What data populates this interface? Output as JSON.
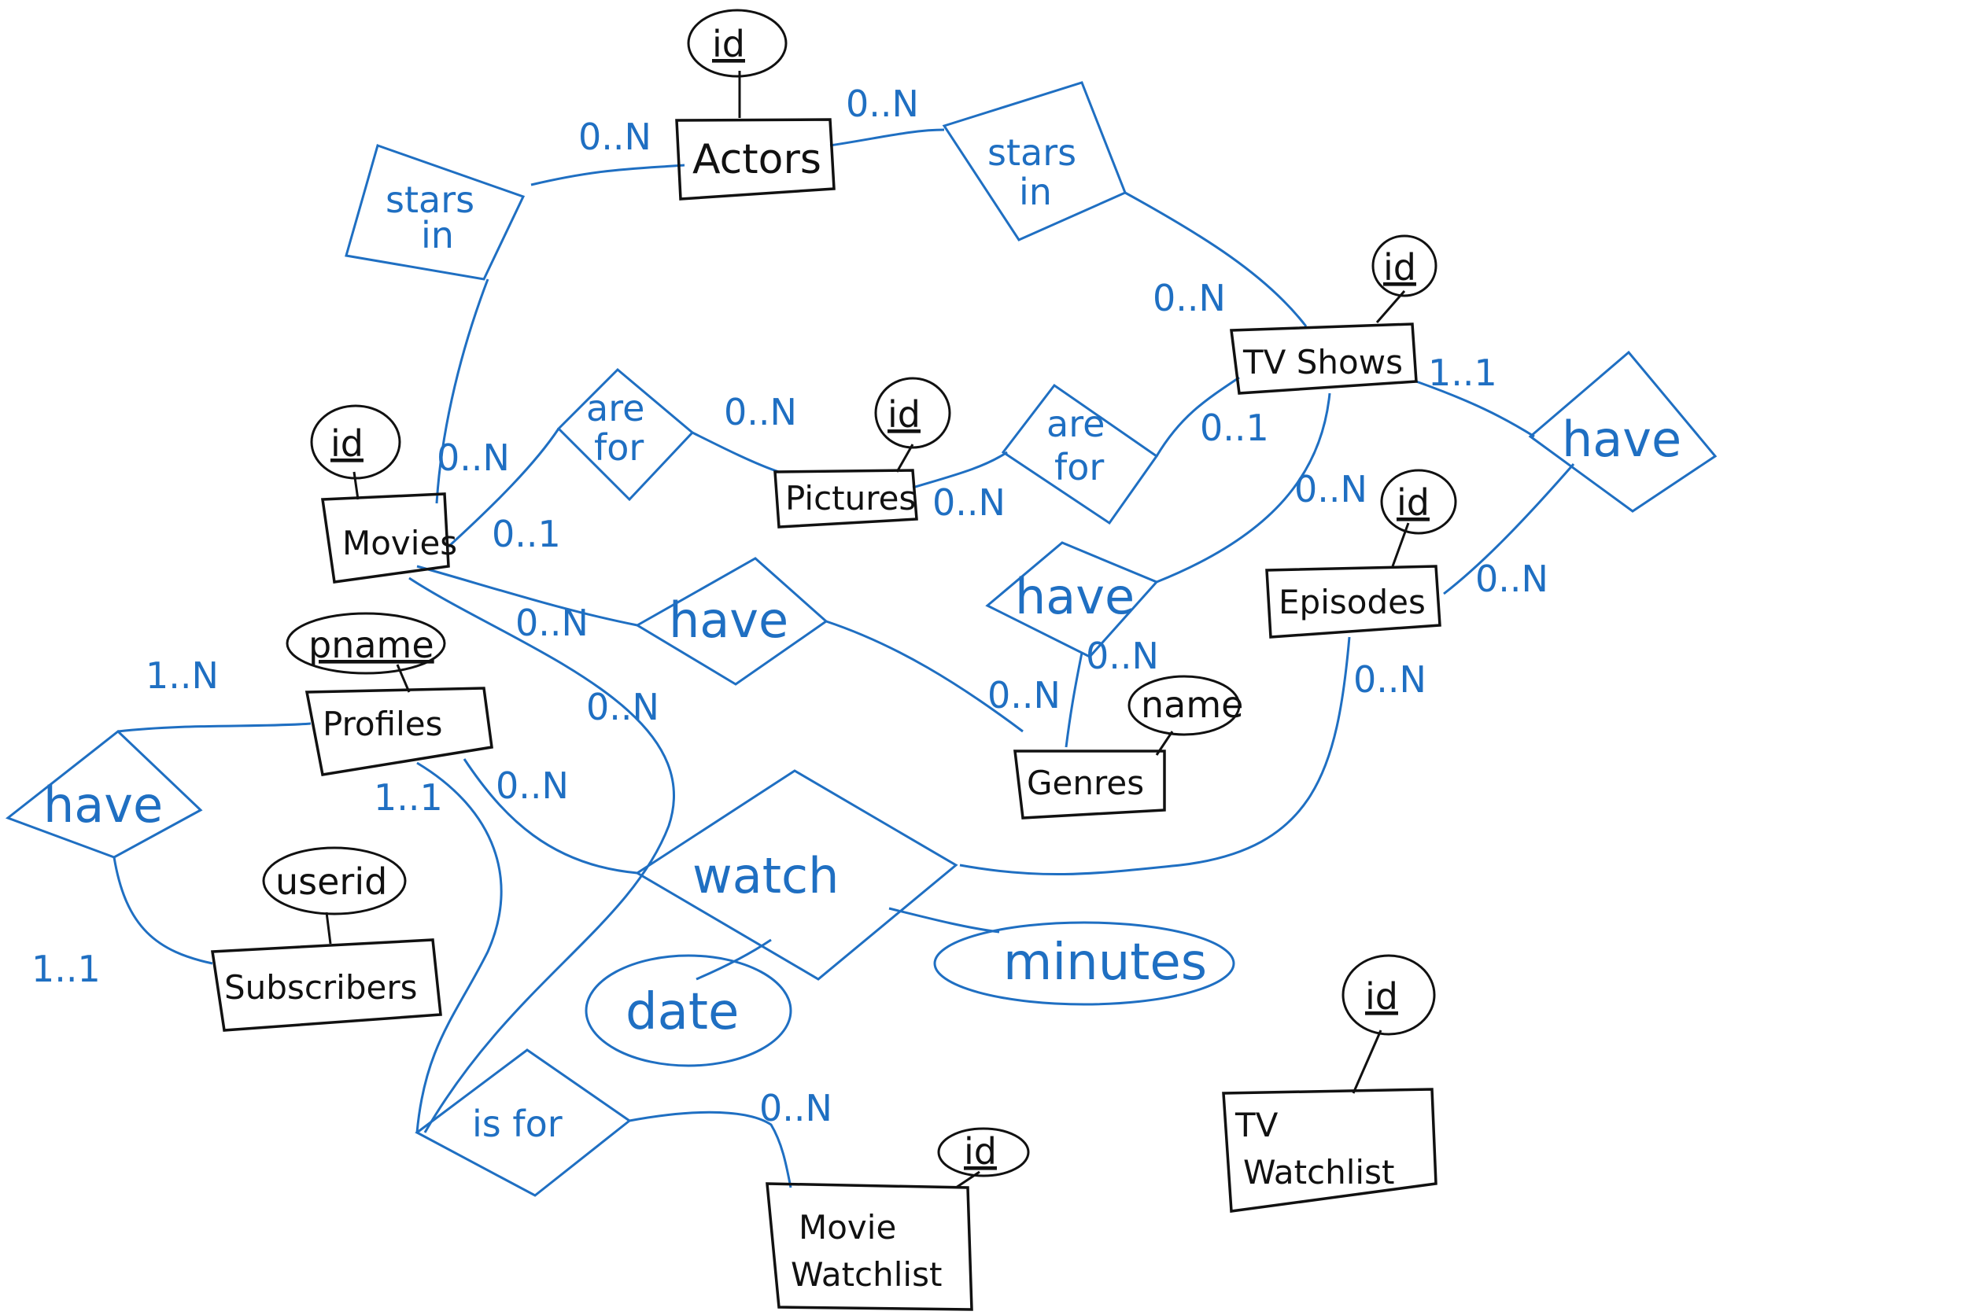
{
  "colors": {
    "ink": "#111111",
    "pen_blue": "#1f6fc2",
    "background": "#ffffff"
  },
  "entities": {
    "actors": "Actors",
    "tv_shows": "TV Shows",
    "movies": "Movies",
    "pictures": "Pictures",
    "episodes": "Episodes",
    "genres": "Genres",
    "profiles": "Profiles",
    "subscribers": "Subscribers",
    "movie_watchlist_line1": "Movie",
    "movie_watchlist_line2": "Watchlist",
    "tv_watchlist_line1": "TV",
    "tv_watchlist_line2": "Watchlist"
  },
  "attributes": {
    "actors_id": "id",
    "tv_shows_id": "id",
    "movies_id": "id",
    "pictures_id": "id",
    "episodes_id": "id",
    "genres_name": "name",
    "profiles_pname": "pname",
    "subscribers_userid": "userid",
    "movie_watchlist_id": "id",
    "tv_watchlist_id": "id",
    "watch_minutes": "minutes",
    "watch_date": "date"
  },
  "relationships": {
    "stars_in_left_line1": "stars",
    "stars_in_left_line2": "in",
    "stars_in_right_line1": "stars",
    "stars_in_right_line2": "in",
    "are_for_left_line1": "are",
    "are_for_left_line2": "for",
    "are_for_right_line1": "are",
    "are_for_right_line2": "for",
    "have_tv_episodes": "have",
    "have_movies_genres": "have",
    "have_tv_genres": "have",
    "have_subscribers_profiles": "have",
    "watch": "watch",
    "is_for": "is for"
  },
  "cardinalities": {
    "actors_stars_left": "0..N",
    "actors_stars_right": "0..N",
    "tv_stars": "0..N",
    "movies_stars": "0..N",
    "movies_arefor": "0..1",
    "pictures_arefor_left": "0..N",
    "pictures_arefor_right": "0..N",
    "tv_arefor": "0..1",
    "tv_have_episodes": "1..1",
    "episodes_have": "0..N",
    "tv_have_genres": "0..N",
    "genres_have_tv": "0..N",
    "movies_have_genres": "0..N",
    "genres_have_movies": "0..N",
    "profiles_have": "1..N",
    "subscribers_have": "1..1",
    "profiles_watch": "0..N",
    "movies_watch": "0..N",
    "episodes_watch": "0..N",
    "profiles_isfor": "1..1",
    "watchlist_isfor": "0..N"
  }
}
